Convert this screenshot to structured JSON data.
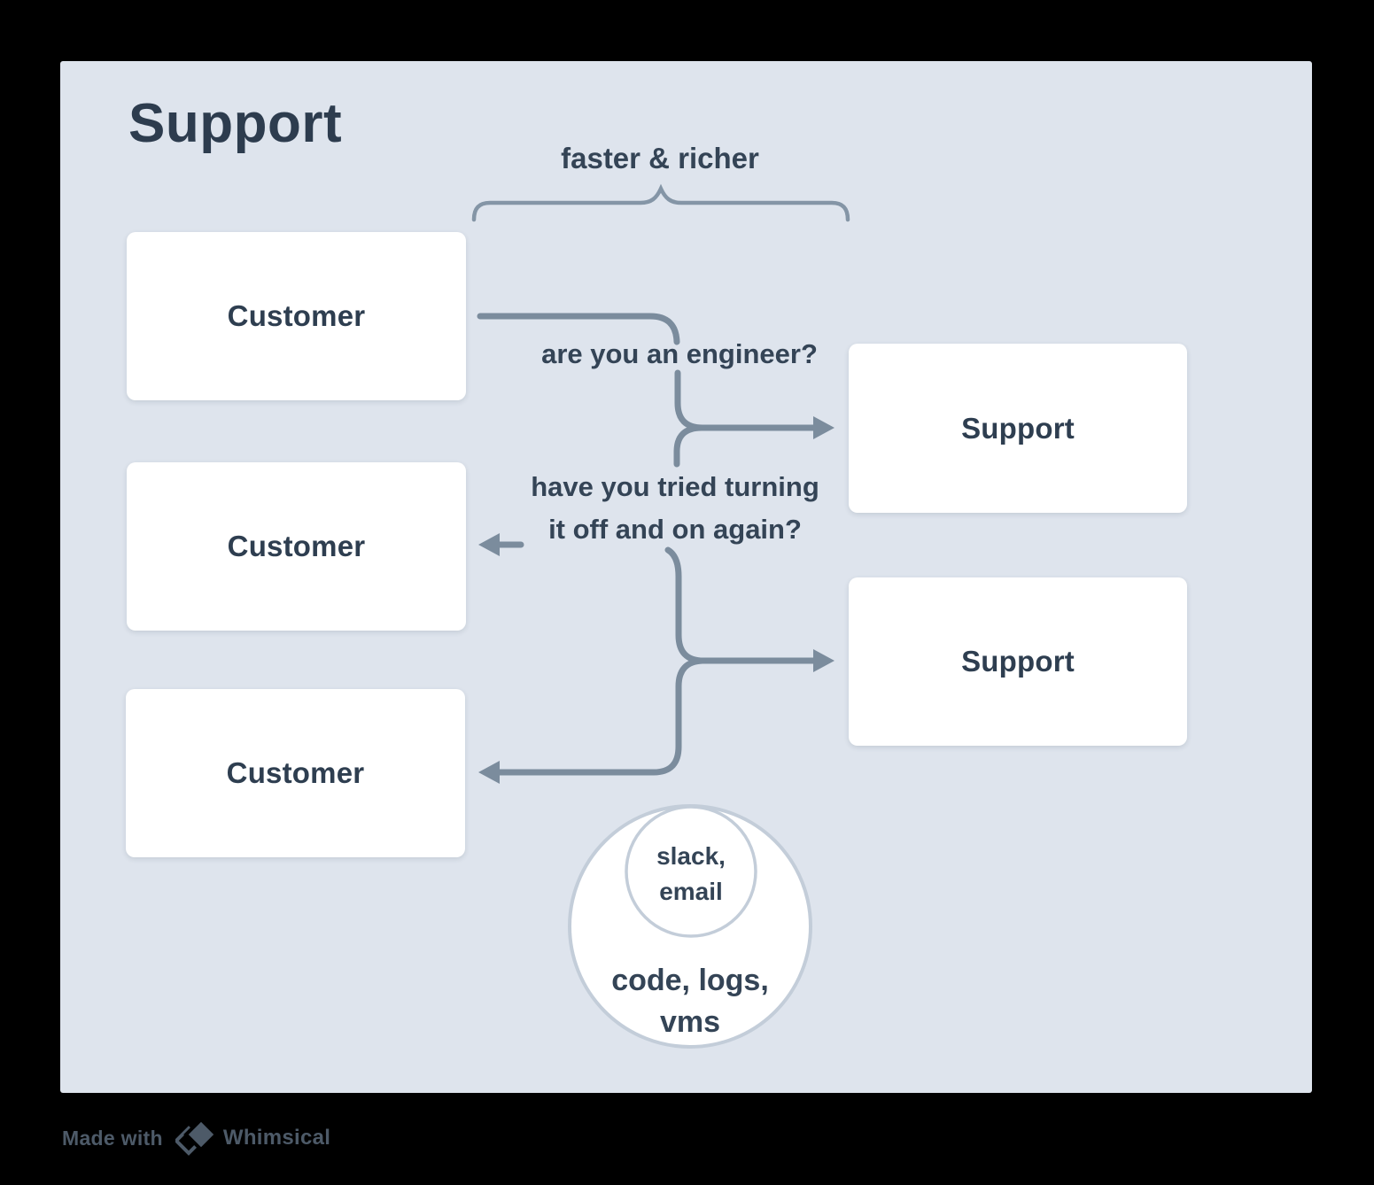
{
  "title": "Support",
  "annotation": {
    "brace_label": "faster & richer"
  },
  "nodes": [
    {
      "label": "Customer"
    },
    {
      "label": "Customer"
    },
    {
      "label": "Customer"
    },
    {
      "label": "Support"
    },
    {
      "label": "Support"
    }
  ],
  "edge_labels": {
    "question1": "are you an engineer?",
    "question2_line1": "have you tried turning",
    "question2_line2": "it off and on again?"
  },
  "venn": {
    "inner_line1": "slack,",
    "inner_line2": "email",
    "outer_line1": "code, logs,",
    "outer_line2": "vms"
  },
  "footer": {
    "made_with": "Made with",
    "brand": "Whimsical"
  },
  "colors": {
    "page_background": "#000000",
    "canvas": "#dee4ed",
    "node_fill": "#ffffff",
    "text": "#2e3e50",
    "connector": "#7b8c9d",
    "brace": "#8495a6",
    "venn_stroke": "#c3cdd9",
    "footer_text": "#4d5a68"
  }
}
